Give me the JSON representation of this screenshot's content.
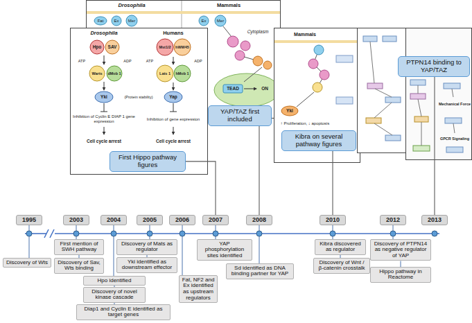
{
  "diagram": {
    "nodes": [
      {
        "text": [
          "First Hippo pathway figures"
        ]
      },
      {
        "text": [
          "YAP/TAZ first included"
        ]
      },
      {
        "text": [
          "Kibra on several pathway figures"
        ]
      },
      {
        "text": [
          "PTPN14 binding to YAP/TAZ"
        ]
      },
      {
        "text": [
          "1995"
        ]
      },
      {
        "text": [
          "2003"
        ]
      },
      {
        "text": [
          "2004"
        ]
      },
      {
        "text": [
          "2005"
        ]
      },
      {
        "text": [
          "2006"
        ]
      },
      {
        "text": [
          "2007"
        ]
      },
      {
        "text": [
          "2008"
        ]
      },
      {
        "text": [
          "2010"
        ]
      },
      {
        "text": [
          "2012"
        ]
      },
      {
        "text": [
          "2013"
        ]
      },
      {
        "text": [
          "Discovery of Wts"
        ]
      },
      {
        "text": [
          "First mention of SWH pathway"
        ]
      },
      {
        "text": [
          "Discovery of Sav, Wts binding"
        ]
      },
      {
        "text": [
          "Hpo identified"
        ]
      },
      {
        "text": [
          "Discovery of novel kinase cascade"
        ]
      },
      {
        "text": [
          "Diap1 and Cyclin E identified as target genes"
        ]
      },
      {
        "text": [
          "Discovery of Mats as regulator"
        ]
      },
      {
        "text": [
          "Yki identified as downstream effector"
        ]
      },
      {
        "text": [
          "Fat, NF2 and Ex identified as upstream regulators"
        ]
      },
      {
        "text": [
          "YAP phosphorylation sites identified"
        ]
      },
      {
        "text": [
          "Sd identified as DNA binding partner for YAP"
        ]
      },
      {
        "text": [
          "Kibra discovered as regulator"
        ]
      },
      {
        "text": [
          "Discovery of Wnt / β-catenin crosstalk"
        ]
      },
      {
        "text": [
          "Discovery of PTPN14 as negative regulator of YAP"
        ]
      },
      {
        "text": [
          "Hippo pathway in Reactome"
        ]
      }
    ],
    "edges": [
      {
        "from": 0,
        "to": 9,
        "arrow": "none"
      },
      {
        "from": 1,
        "to": 10,
        "arrow": "none"
      },
      {
        "from": 2,
        "to": 11,
        "arrow": "none"
      },
      {
        "from": 3,
        "to": 13,
        "arrow": "none"
      },
      {
        "from": 4,
        "to": 14,
        "arrow": "none"
      },
      {
        "from": 5,
        "to": 15,
        "arrow": "none"
      },
      {
        "from": 15,
        "to": 16,
        "arrow": "none"
      },
      {
        "from": 6,
        "to": 17,
        "arrow": "none"
      },
      {
        "from": 17,
        "to": 18,
        "arrow": "none"
      },
      {
        "from": 18,
        "to": 19,
        "arrow": "none"
      },
      {
        "from": 7,
        "to": 20,
        "arrow": "none"
      },
      {
        "from": 20,
        "to": 21,
        "arrow": "none"
      },
      {
        "from": 8,
        "to": 22,
        "arrow": "none"
      },
      {
        "from": 9,
        "to": 23,
        "arrow": "none"
      },
      {
        "from": 10,
        "to": 24,
        "arrow": "none"
      },
      {
        "from": 11,
        "to": 25,
        "arrow": "none"
      },
      {
        "from": 25,
        "to": 26,
        "arrow": "none"
      },
      {
        "from": 12,
        "to": 27,
        "arrow": "none"
      },
      {
        "from": 27,
        "to": 28,
        "arrow": "none"
      }
    ],
    "labels": [
      "Drosophila",
      "Mammals",
      "Fat",
      "Ex",
      "Mer",
      "Ex",
      "Mer",
      "Cytoplasm",
      "TEAD",
      "ON",
      "Drosophila",
      "Humans",
      "Hpo",
      "SAV",
      "Mst1/2",
      "hWW45",
      "ATP",
      "ADP",
      "ATP",
      "ADP",
      "Warts",
      "dMob 1",
      "Lats 1",
      "hMob 1",
      "Yki",
      "Yap",
      "(Protein stability)",
      "Inhibition of Cyclin E DIAP 1 gene expression",
      "Inhibition of gene expression",
      "Cell cycle arrest",
      "Cell cycle arrest",
      "Mammals",
      "Yki",
      "↑ Proliferation, ↓ apoptosis",
      "Mechanical Force",
      "GPCR Signaling"
    ]
  }
}
